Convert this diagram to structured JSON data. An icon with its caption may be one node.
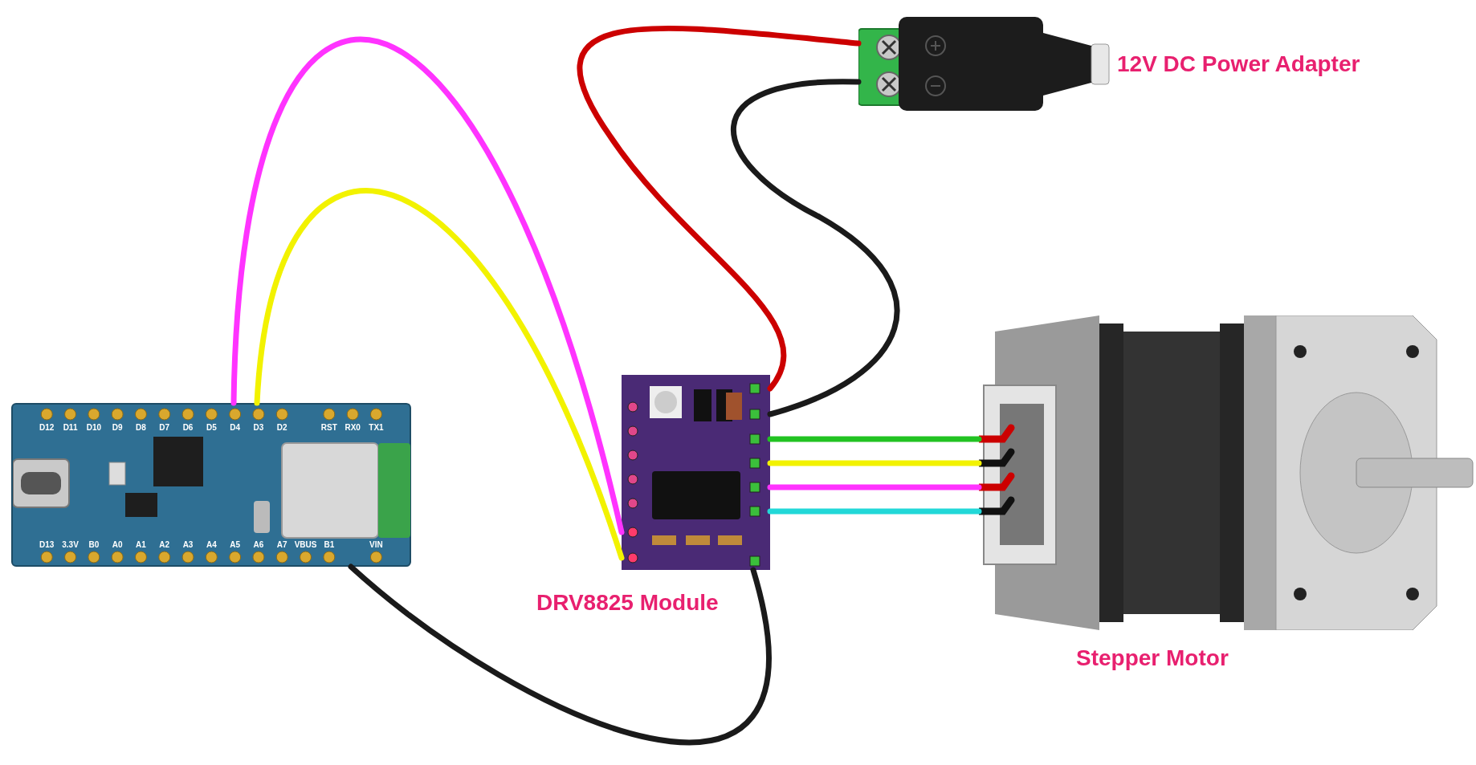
{
  "diagram": {
    "nodes": [
      {
        "text": [],
        "shape": "picture"
      },
      {
        "text": [],
        "shape": "picture",
        "beside": [
          "DRV8825 Module"
        ]
      },
      {
        "text": [],
        "shape": "picture",
        "beside": [
          "12V DC Power Adapter"
        ]
      },
      {
        "text": [],
        "shape": "picture",
        "beside": [
          "Stepper Motor"
        ]
      }
    ],
    "edges": [
      {
        "from": 0,
        "to": 1,
        "arrow": "none",
        "color": "#ff33ff"
      },
      {
        "from": 0,
        "to": 1,
        "arrow": "none",
        "color": "#f2f200"
      },
      {
        "from": 0,
        "to": 1,
        "arrow": "none",
        "color": "#1a1a1a"
      },
      {
        "from": 2,
        "to": 1,
        "arrow": "none",
        "color": "#cc0000"
      },
      {
        "from": 2,
        "to": 1,
        "arrow": "none",
        "color": "#1a1a1a"
      },
      {
        "from": 1,
        "to": 3,
        "arrow": "none",
        "color": "#22c322"
      },
      {
        "from": 1,
        "to": 3,
        "arrow": "none",
        "color": "#f2f200"
      },
      {
        "from": 1,
        "to": 3,
        "arrow": "none",
        "color": "#ff33ff"
      },
      {
        "from": 1,
        "to": 3,
        "arrow": "none",
        "color": "#22d8d8"
      }
    ],
    "labels": [
      "D12",
      "D11",
      "D10",
      "D9",
      "D8",
      "D7",
      "D6",
      "D5",
      "D4",
      "D3",
      "D2",
      "RST",
      "RX0",
      "TX1",
      "D13",
      "3.3V",
      "B0",
      "A0",
      "A1",
      "A2",
      "A3",
      "A4",
      "A5",
      "A6",
      "A7",
      "VBUS",
      "B1",
      "VIN"
    ]
  }
}
